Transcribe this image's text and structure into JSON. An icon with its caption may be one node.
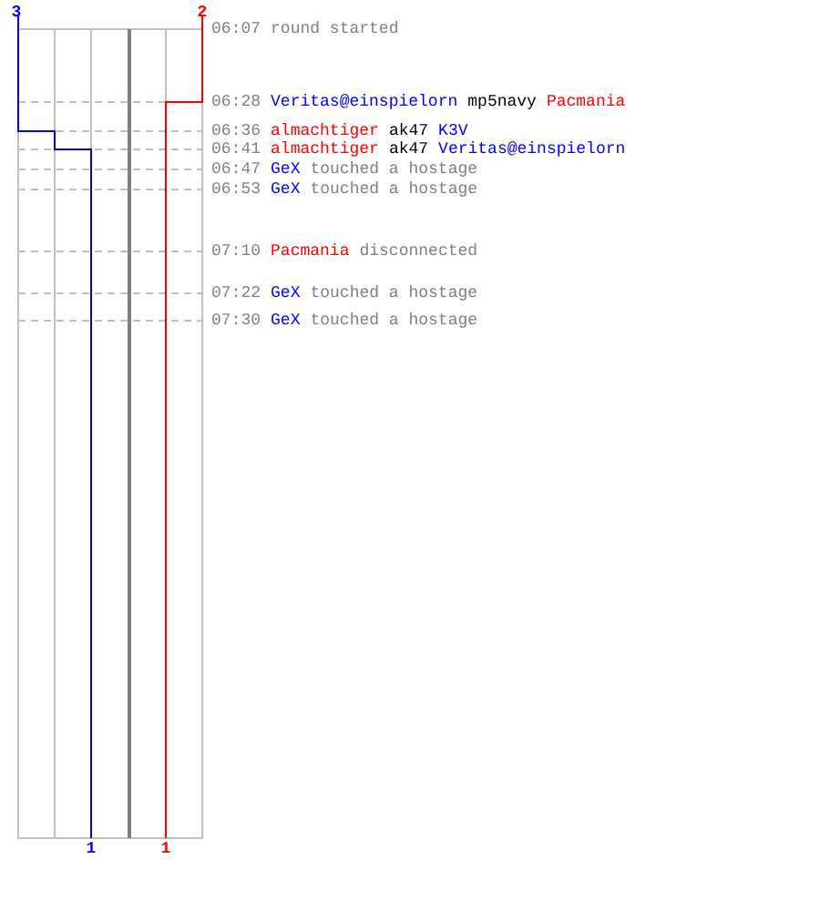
{
  "diagram": {
    "labels": [
      "3",
      "2",
      "06:07",
      "round started",
      "06:28",
      "Veritas@einspielorn",
      "mp5navy",
      "Pacmania",
      "06:36",
      "almachtiger",
      "ak47",
      "K3V",
      "06:41",
      "almachtiger",
      "ak47",
      "Veritas@einspielorn",
      "06:47",
      "GeX",
      "touched a hostage",
      "06:53",
      "GeX",
      "touched a hostage",
      "07:10",
      "Pacmania",
      "disconnected",
      "07:22",
      "GeX",
      "touched a hostage",
      "07:30",
      "GeX",
      "touched a hostage",
      "1",
      "1"
    ]
  }
}
